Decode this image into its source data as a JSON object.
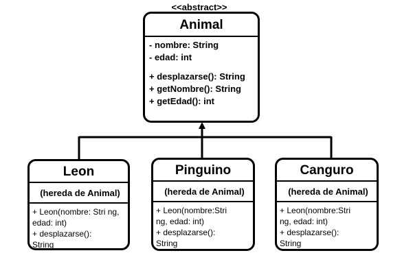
{
  "stereotype": "<<abstract>>",
  "animal": {
    "name": "Animal",
    "attributes": [
      "- nombre: String",
      "- edad: int"
    ],
    "methods": [
      "+ desplazarse(): String",
      "+ getNombre(): String",
      "+ getEdad(): int"
    ]
  },
  "leon": {
    "name": "Leon",
    "inherits": "(hereda de Animal)",
    "methods": [
      "+ Leon(nombre: Stri ng,",
      "edad: int)",
      "+ desplazarse():",
      "String"
    ]
  },
  "pinguino": {
    "name": "Pinguino",
    "inherits": "(hereda de Animal)",
    "methods": [
      "+ Leon(nombre:Stri",
      "ng, edad: int)",
      "+ desplazarse():",
      "String"
    ]
  },
  "canguro": {
    "name": "Canguro",
    "inherits": "(hereda de Animal)",
    "methods": [
      "+ Leon(nombre:Stri",
      "ng, edad: int)",
      "+ desplazarse():",
      "String"
    ]
  }
}
